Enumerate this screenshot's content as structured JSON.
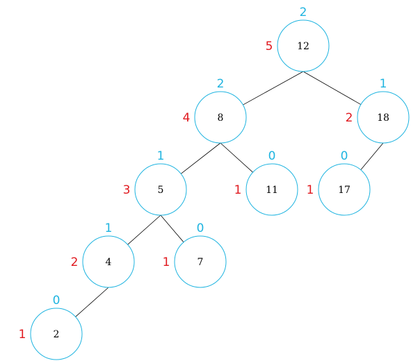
{
  "colors": {
    "node_stroke": "#1fb4e0",
    "top_label": "#1fb4e0",
    "side_label": "#e0191f",
    "edge": "#000000",
    "node_text": "#000000"
  },
  "nodes": [
    {
      "id": "n12",
      "value": "12",
      "top": "2",
      "side": "5",
      "children": [
        "n8",
        "n18"
      ]
    },
    {
      "id": "n8",
      "value": "8",
      "top": "2",
      "side": "4",
      "children": [
        "n5",
        "n11"
      ]
    },
    {
      "id": "n18",
      "value": "18",
      "top": "1",
      "side": "2",
      "children": [
        "n17"
      ]
    },
    {
      "id": "n5",
      "value": "5",
      "top": "1",
      "side": "3",
      "children": [
        "n4",
        "n7"
      ]
    },
    {
      "id": "n11",
      "value": "11",
      "top": "0",
      "side": "1",
      "children": []
    },
    {
      "id": "n17",
      "value": "17",
      "top": "0",
      "side": "1",
      "children": []
    },
    {
      "id": "n4",
      "value": "4",
      "top": "1",
      "side": "2",
      "children": [
        "n2"
      ]
    },
    {
      "id": "n7",
      "value": "7",
      "top": "0",
      "side": "1",
      "children": []
    },
    {
      "id": "n2",
      "value": "2",
      "top": "0",
      "side": "1",
      "children": []
    }
  ]
}
